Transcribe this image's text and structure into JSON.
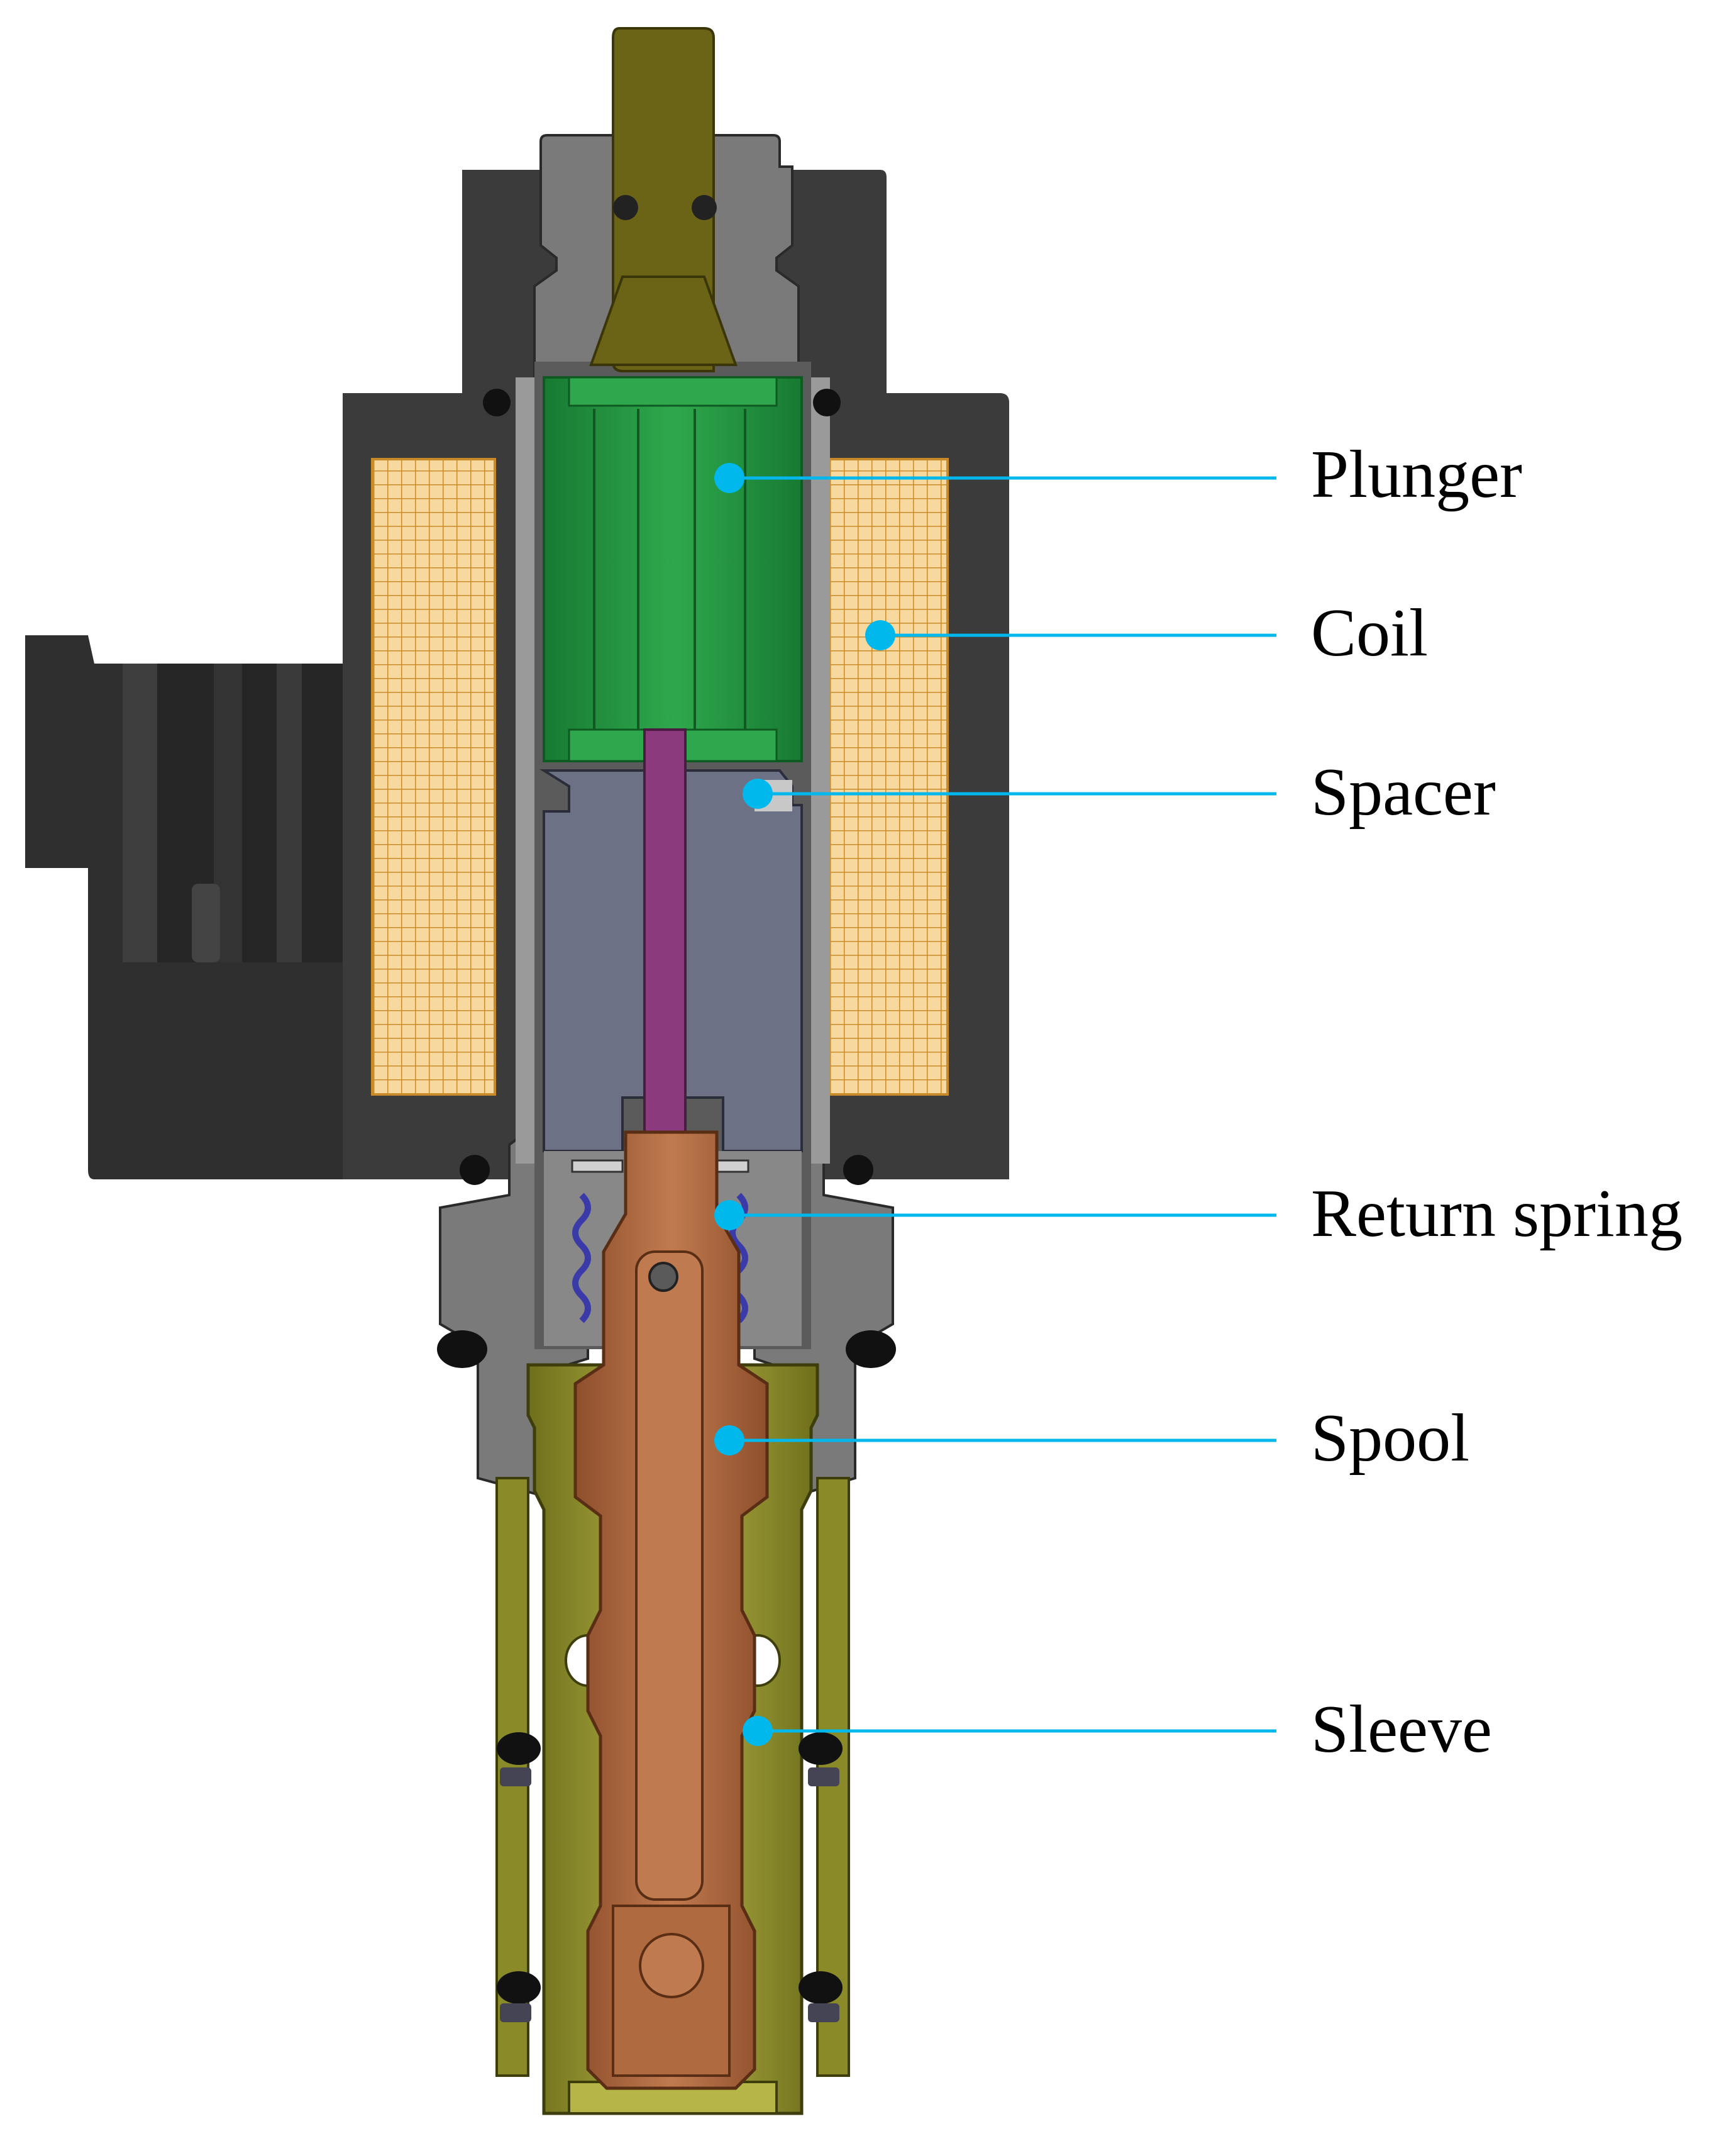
{
  "diagram": {
    "labels": [
      {
        "id": "plunger",
        "text": "Plunger"
      },
      {
        "id": "coil",
        "text": "Coil"
      },
      {
        "id": "spacer",
        "text": "Spacer"
      },
      {
        "id": "return-spring",
        "text": "Return spring"
      },
      {
        "id": "spool",
        "text": "Spool"
      },
      {
        "id": "sleeve",
        "text": "Sleeve"
      }
    ],
    "colors": {
      "background": "#ffffff",
      "housing": "#3b3b3b",
      "housing_dark": "#262626",
      "body": "#6e6e6e",
      "body_light": "#8e8e8e",
      "plunger": "#1e8a3c",
      "plunger_light": "#2fa84d",
      "push_pin": "#8b3a7e",
      "spacer_block": "#6c7185",
      "spool": "#a4603a",
      "spool_light": "#c07a4f",
      "sleeve": "#8a8a28",
      "sleeve_light": "#b5b548",
      "coil": "#f7d9a0",
      "coil_grid": "#c98a2a",
      "stem": "#6b6416",
      "spring": "#3a3aa8",
      "seal": "#111111",
      "leader": "#00b8ec",
      "label_text": "#000000"
    }
  }
}
